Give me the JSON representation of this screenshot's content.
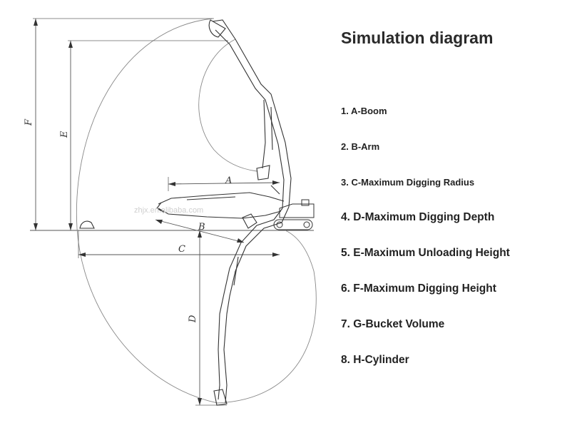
{
  "title": "Simulation diagram",
  "legend": [
    {
      "text": "1. A-Boom",
      "size": "small"
    },
    {
      "text": "2. B-Arm",
      "size": "small"
    },
    {
      "text": "3. C-Maximum Digging Radius",
      "size": "small"
    },
    {
      "text": "4. D-Maximum Digging Depth",
      "size": "large"
    },
    {
      "text": "5. E-Maximum Unloading Height",
      "size": "large"
    },
    {
      "text": "6. F-Maximum Digging Height",
      "size": "large"
    },
    {
      "text": "7. G-Bucket Volume",
      "size": "large"
    },
    {
      "text": "8. H-Cylinder",
      "size": "large"
    }
  ],
  "diagram": {
    "dim_labels": {
      "A": "A",
      "B": "B",
      "C": "C",
      "D": "D",
      "E": "E",
      "F": "F"
    },
    "watermark": "zhjx.en.alibaba.com"
  }
}
